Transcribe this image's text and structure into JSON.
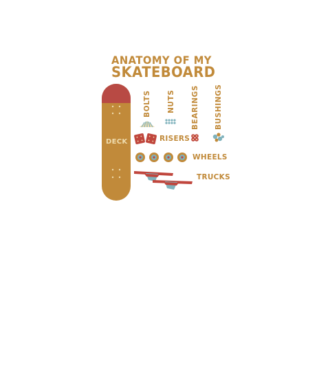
{
  "title": {
    "line1": "ANATOMY OF MY",
    "line2": "SKATEBOARD"
  },
  "parts": {
    "deck": "DECK",
    "bolts": "BOLTS",
    "nuts": "NUTS",
    "bearings": "BEARINGS",
    "bushings": "BUSHINGS",
    "risers": "RISERS",
    "wheels": "WHEELS",
    "trucks": "TRUCKS"
  },
  "colors": {
    "gold": "#c18a3a",
    "red": "#c0463d",
    "deck_top": "#b84a44",
    "teal": "#7fb2bc",
    "cream": "#efdcae"
  }
}
